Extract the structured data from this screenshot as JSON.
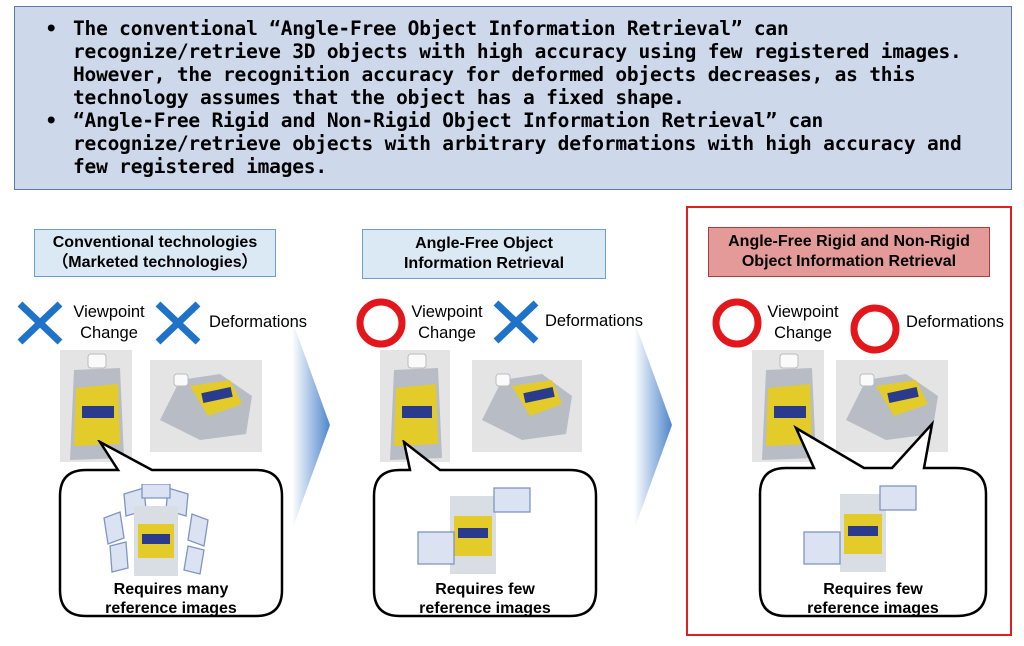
{
  "summary": {
    "bullets": [
      "The conventional “Angle-Free Object Information Retrieval” can recognize/retrieve 3D objects with high accuracy using few registered images. However, the recognition accuracy for deformed objects decreases, as this technology assumes that the object has a fixed shape.",
      "“Angle-Free Rigid and Non-Rigid Object Information Retrieval” can recognize/retrieve objects with arbitrary deformations with high accuracy and few registered images."
    ]
  },
  "panels": [
    {
      "title_line1": "Conventional technologies",
      "title_line2": "（Marketed technologies）",
      "viewpoint_line1": "Viewpoint",
      "viewpoint_line2": "Change",
      "deformation": "Deformations",
      "viewpoint_icon": "cross-icon",
      "deformation_icon": "cross-icon",
      "req_line1": "Requires many",
      "req_line2": "reference images"
    },
    {
      "title_line1": "Angle-Free Object",
      "title_line2": "Information Retrieval",
      "viewpoint_line1": "Viewpoint",
      "viewpoint_line2": "Change",
      "deformation": "Deformations",
      "viewpoint_icon": "circle-icon",
      "deformation_icon": "cross-icon",
      "req_line1": "Requires few",
      "req_line2": "reference images"
    },
    {
      "title_line1": "Angle-Free Rigid and Non-Rigid",
      "title_line2": "Object Information Retrieval",
      "viewpoint_line1": "Viewpoint",
      "viewpoint_line2": "Change",
      "deformation": "Deformations",
      "viewpoint_icon": "circle-icon",
      "deformation_icon": "circle-icon",
      "req_line1": "Requires few",
      "req_line2": "reference images"
    }
  ],
  "colors": {
    "cross": "#1e73c8",
    "circle": "#e3161b",
    "highlight_border": "#e02020",
    "arrow": "#5b8fd0"
  }
}
